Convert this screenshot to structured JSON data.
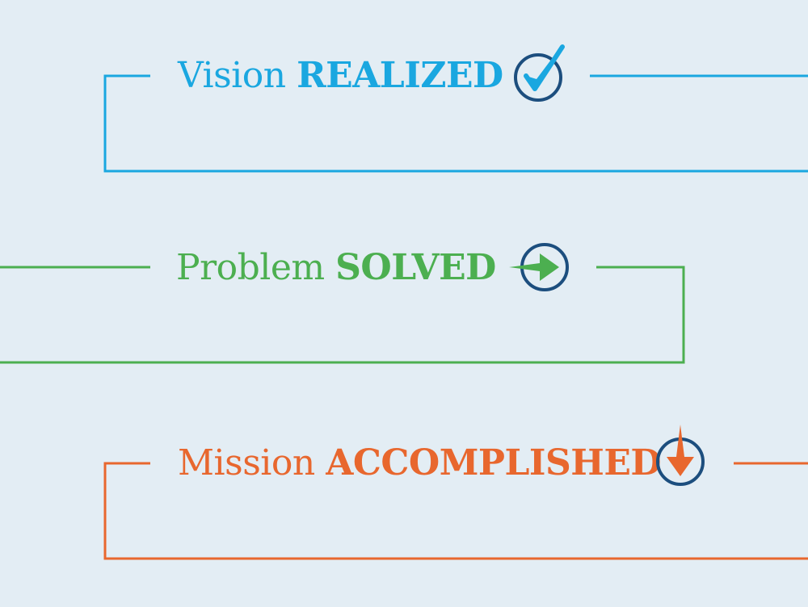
{
  "colors": {
    "background": "#e3edf4",
    "vision": "#1aa7e0",
    "problem": "#4caf50",
    "mission": "#e8672e",
    "icon_ring": "#1c4e7e"
  },
  "rows": [
    {
      "light": "Vision",
      "bold": "REALIZED",
      "icon": "checkmark-icon"
    },
    {
      "light": "Problem",
      "bold": "SOLVED",
      "icon": "arrow-right-icon"
    },
    {
      "light": "Mission",
      "bold": "ACCOMPLISHED",
      "icon": "arrow-down-icon"
    }
  ]
}
